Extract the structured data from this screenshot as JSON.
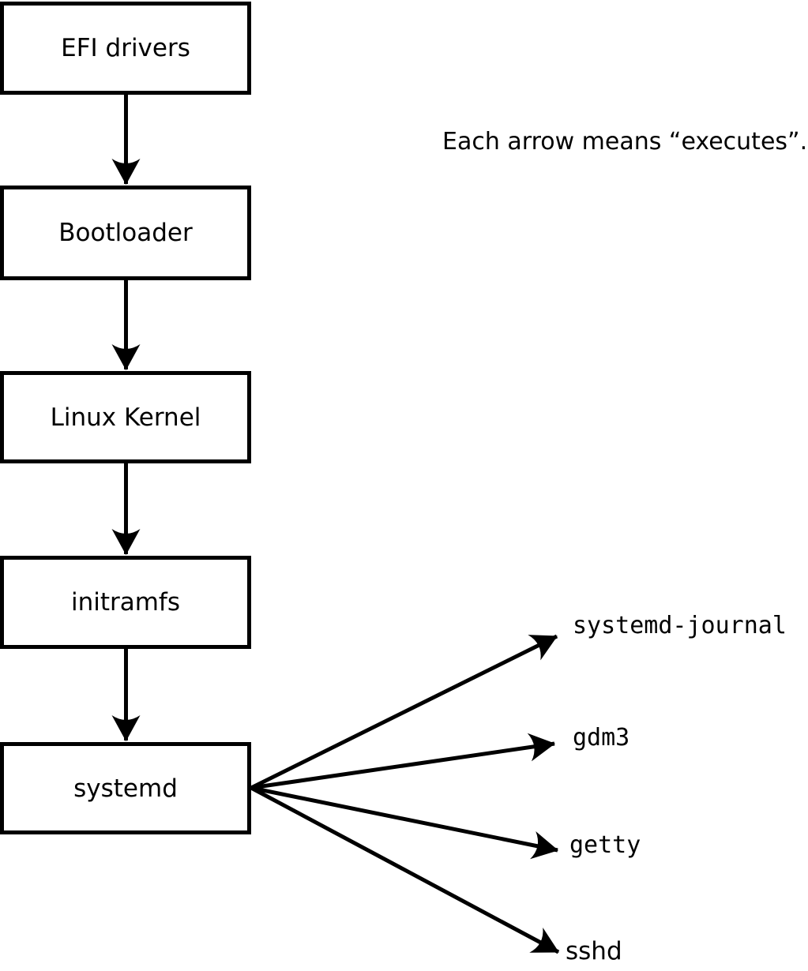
{
  "canvas": {
    "background_color": "#ffffff",
    "line_color": "#000000"
  },
  "caption": {
    "text": "Each arrow means “executes”."
  },
  "boot_chain": [
    {
      "id": "efi-drivers",
      "label": "EFI drivers"
    },
    {
      "id": "bootloader",
      "label": "Bootloader"
    },
    {
      "id": "linux-kernel",
      "label": "Linux Kernel"
    },
    {
      "id": "initramfs",
      "label": "initramfs"
    },
    {
      "id": "systemd",
      "label": "systemd"
    }
  ],
  "chain_arrows": [
    {
      "from": "efi-drivers",
      "to": "bootloader"
    },
    {
      "from": "bootloader",
      "to": "linux-kernel"
    },
    {
      "from": "linux-kernel",
      "to": "initramfs"
    },
    {
      "from": "initramfs",
      "to": "systemd"
    }
  ],
  "spawned_processes": [
    {
      "id": "systemd-journal",
      "label": "systemd-journal"
    },
    {
      "id": "gdm3",
      "label": "gdm3"
    },
    {
      "id": "getty",
      "label": "getty"
    },
    {
      "id": "sshd",
      "label": "sshd"
    }
  ],
  "fan_arrows": [
    {
      "from": "systemd",
      "to": "systemd-journal"
    },
    {
      "from": "systemd",
      "to": "gdm3"
    },
    {
      "from": "systemd",
      "to": "getty"
    },
    {
      "from": "systemd",
      "to": "sshd"
    }
  ]
}
